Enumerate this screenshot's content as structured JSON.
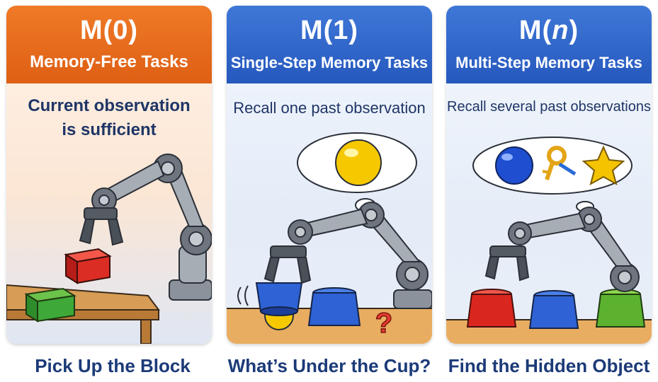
{
  "panels": [
    {
      "title": "M(0)",
      "subtitle": "Memory-Free Tasks",
      "description_line1": "Current observation",
      "description_line2": "is sufficient",
      "caption": "Pick Up the Block"
    },
    {
      "title": "M(1)",
      "subtitle": "Single-Step Memory Tasks",
      "description_line1": "Recall one past observation",
      "caption": "What’s Under the Cup?"
    },
    {
      "title_prefix": "M(",
      "title_var": "n",
      "title_suffix": ")",
      "subtitle": "Multi-Step Memory Tasks",
      "description_line1": "Recall several past observations",
      "caption": "Find the Hidden Object"
    }
  ],
  "colors": {
    "orange_header": "#e8691b",
    "blue_header": "#2f66cc",
    "caption_text": "#1b3a78"
  }
}
